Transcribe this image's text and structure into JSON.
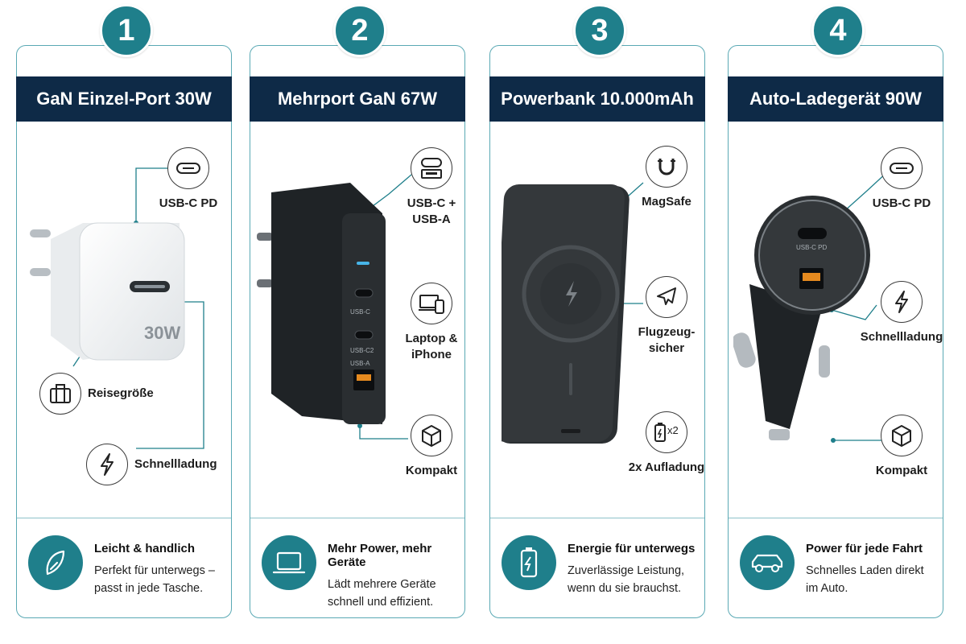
{
  "cards": [
    {
      "number": "1",
      "title": "GaN Einzel-Port 30W",
      "product_marking": "30W",
      "features": [
        "USB-C PD",
        "Reisegröße",
        "Schnellladung"
      ],
      "footer_title": "Leicht & handlich",
      "footer_line1": "Perfekt für unterwegs –",
      "footer_line2": "passt in jede Tasche."
    },
    {
      "number": "2",
      "title": "Mehrport GaN 67W",
      "product_markings": [
        "USB-C",
        "USB-C2",
        "USB-A"
      ],
      "features": [
        {
          "line1": "USB-C +",
          "line2": "USB-A"
        },
        {
          "line1": "Laptop &",
          "line2": "iPhone"
        },
        {
          "line1": "Kompakt"
        }
      ],
      "footer_title": "Mehr Power, mehr Geräte",
      "footer_line1": "Lädt mehrere Geräte",
      "footer_line2": "schnell und effizient."
    },
    {
      "number": "3",
      "title": "Powerbank 10.000mAh",
      "features": [
        {
          "line1": "MagSafe"
        },
        {
          "line1": "Flugzeug-",
          "line2": "sicher"
        },
        {
          "line1": "2x Aufladung"
        }
      ],
      "icon_text": "x2",
      "footer_title": "Energie für unterwegs",
      "footer_line1": "Zuverlässige Leistung,",
      "footer_line2": "wenn du sie brauchst."
    },
    {
      "number": "4",
      "title": "Auto-Ladegerät 90W",
      "product_marking": "USB-C PD",
      "features": [
        "USB-C PD",
        "Schnellladung",
        "Kompakt"
      ],
      "footer_title": "Power für jede Fahrt",
      "footer_line1": "Schnelles Laden direkt",
      "footer_line2": "im Auto."
    }
  ],
  "colors": {
    "accent": "#1f7f8b",
    "banner": "#0e2a47",
    "border": "#5aa9b4"
  }
}
